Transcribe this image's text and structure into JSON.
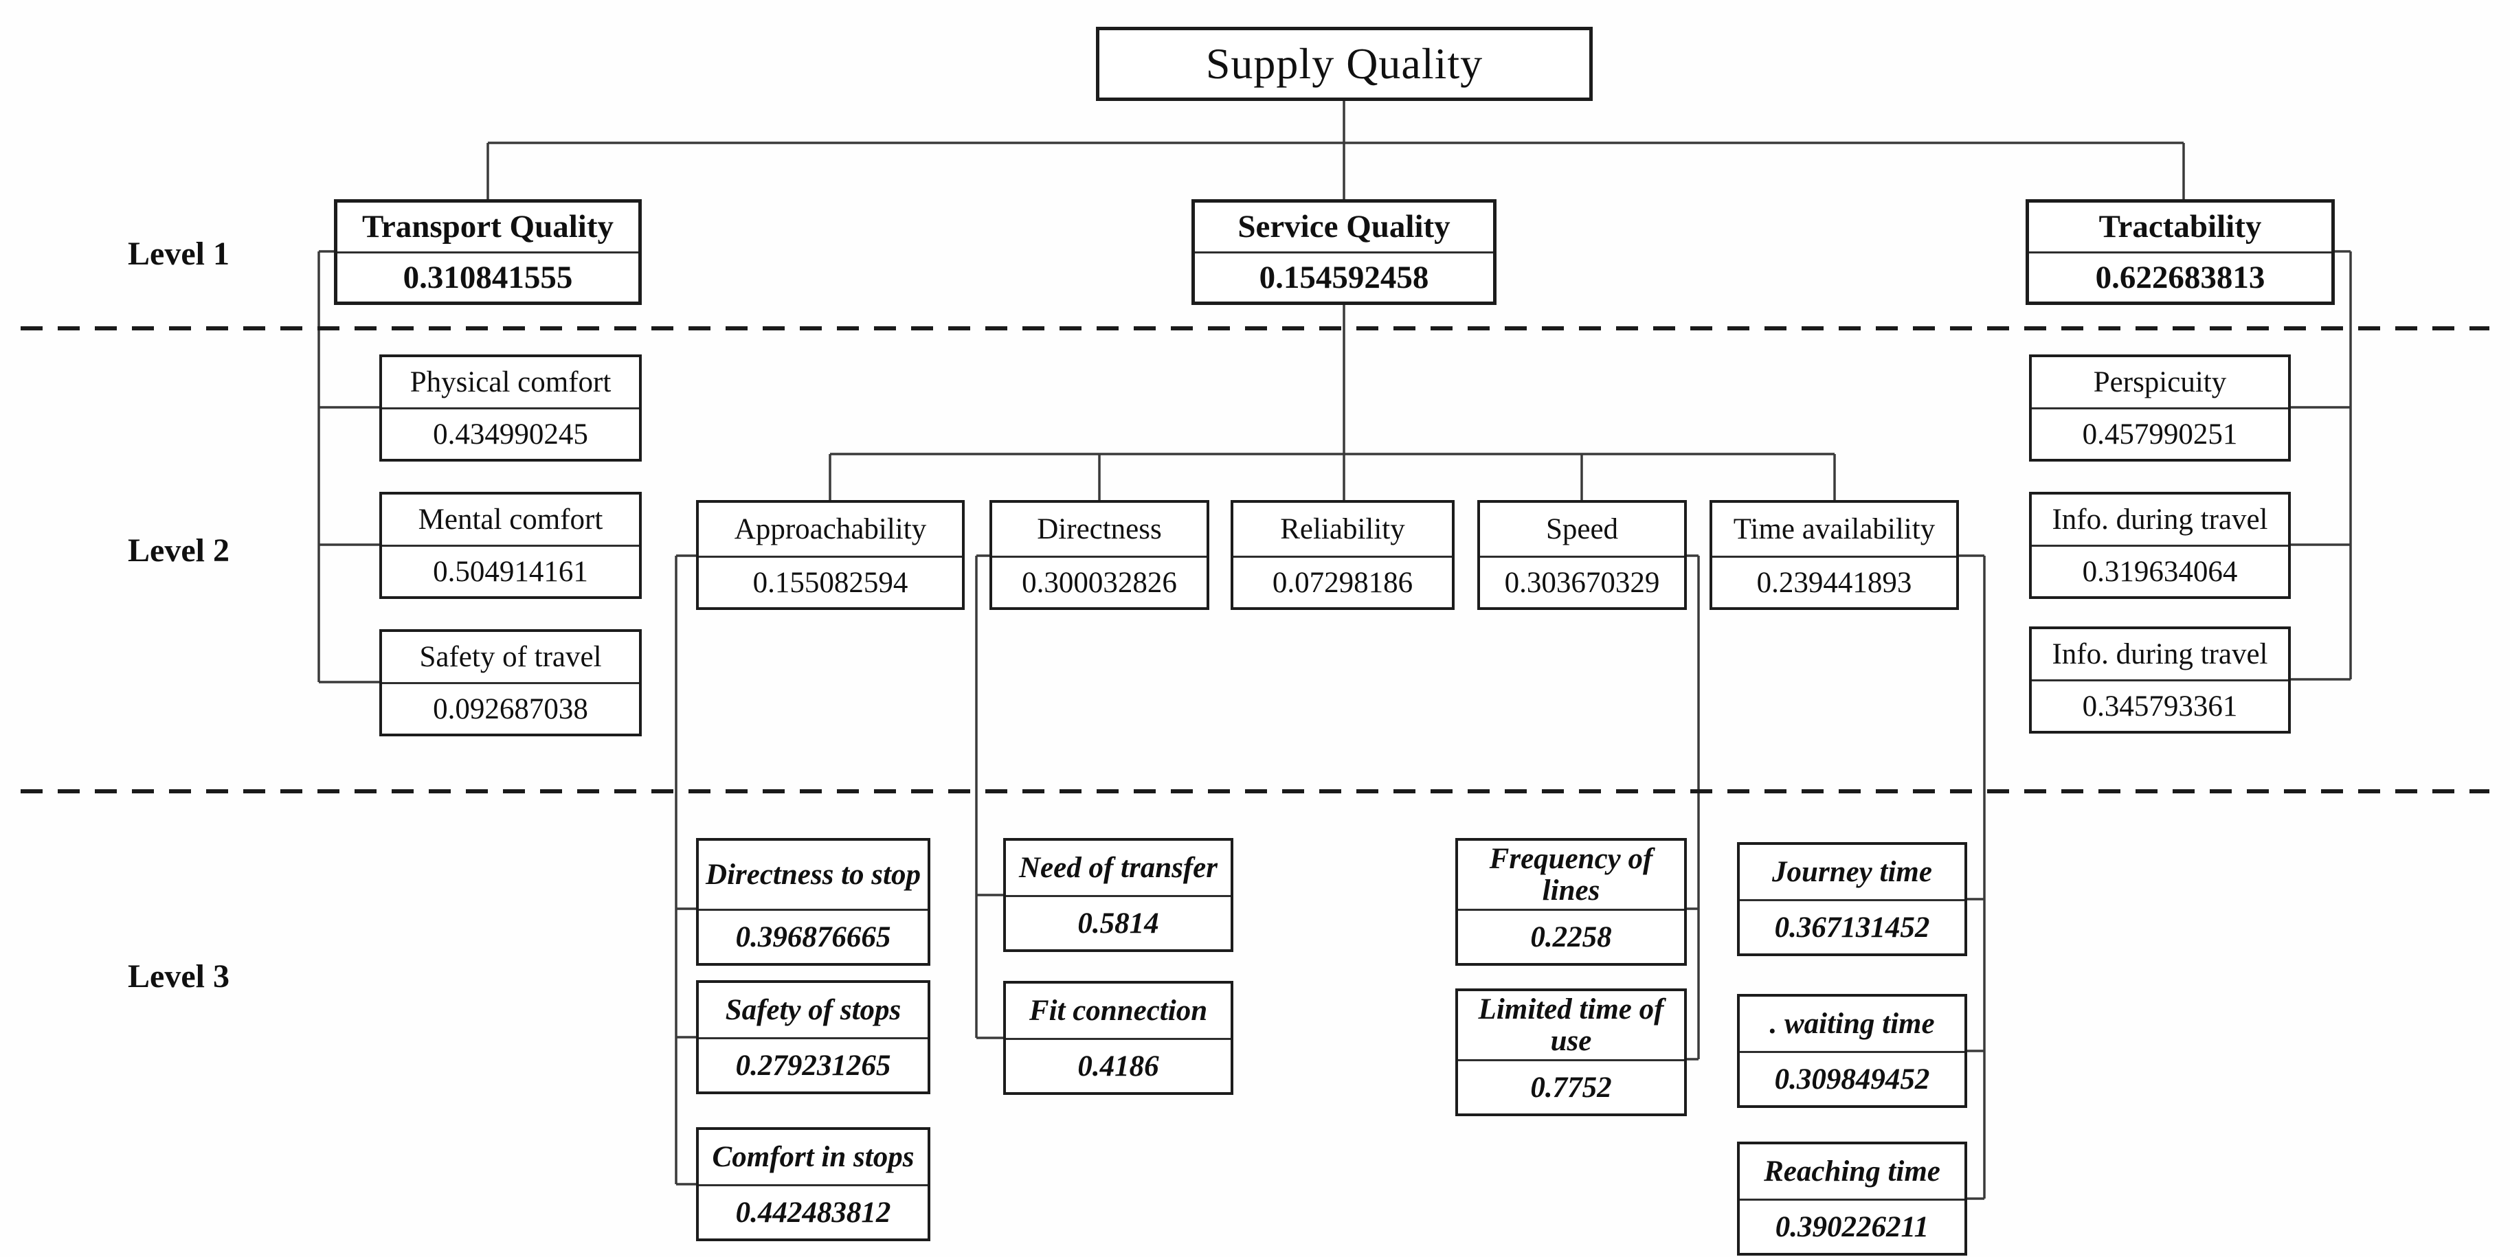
{
  "title": "Supply Quality",
  "level_labels": {
    "l1": "Level 1",
    "l2": "Level 2",
    "l3": "Level 3"
  },
  "nodes": {
    "transport": {
      "label": "Transport Quality",
      "value": "0.310841555"
    },
    "service": {
      "label": "Service Quality",
      "value": "0.154592458"
    },
    "tractability": {
      "label": "Tractability",
      "value": "0.622683813"
    },
    "physical": {
      "label": "Physical comfort",
      "value": "0.434990245"
    },
    "mental": {
      "label": "Mental comfort",
      "value": "0.504914161"
    },
    "safety_travel": {
      "label": "Safety of travel",
      "value": "0.092687038"
    },
    "approachability": {
      "label": "Approachability",
      "value": "0.155082594"
    },
    "directness": {
      "label": "Directness",
      "value": "0.300032826"
    },
    "reliability": {
      "label": "Reliability",
      "value": "0.07298186"
    },
    "speed": {
      "label": "Speed",
      "value": "0.303670329"
    },
    "time_availability": {
      "label": "Time availability",
      "value": "0.239441893"
    },
    "perspicuity": {
      "label": "Perspicuity",
      "value": "0.457990251"
    },
    "info_travel_1": {
      "label": "Info. during travel",
      "value": "0.319634064"
    },
    "info_travel_2": {
      "label": "Info. during travel",
      "value": "0.345793361"
    },
    "directness_stop": {
      "label": "Directness to stop",
      "value": "0.396876665"
    },
    "safety_stops": {
      "label": "Safety of stops",
      "value": "0.279231265"
    },
    "comfort_stops": {
      "label": "Comfort in stops",
      "value": "0.442483812"
    },
    "need_transfer": {
      "label": "Need of transfer",
      "value": "0.5814"
    },
    "fit_connection": {
      "label": "Fit connection",
      "value": "0.4186"
    },
    "frequency_lines": {
      "label": "Frequency of lines",
      "value": "0.2258"
    },
    "limited_time": {
      "label": "Limited time of use",
      "value": "0.7752"
    },
    "journey_time": {
      "label": "Journey time",
      "value": "0.367131452"
    },
    "waiting_time": {
      "label": ". waiting time",
      "value": "0.309849452"
    },
    "reaching_time": {
      "label": "Reaching time",
      "value": "0.390226211"
    }
  },
  "hierarchy": {
    "Supply Quality": [
      "Transport Quality",
      "Service Quality",
      "Tractability"
    ],
    "Transport Quality": [
      "Physical comfort",
      "Mental comfort",
      "Safety of travel"
    ],
    "Service Quality": [
      "Approachability",
      "Directness",
      "Reliability",
      "Speed",
      "Time availability"
    ],
    "Tractability": [
      "Perspicuity",
      "Info. during travel",
      "Info. during travel"
    ],
    "Approachability": [
      "Directness to stop",
      "Safety of stops",
      "Comfort in stops"
    ],
    "Directness": [
      "Need of transfer",
      "Fit connection"
    ],
    "Speed": [
      "Frequency of lines",
      "Limited time of use"
    ],
    "Time availability": [
      "Journey time",
      ". waiting time",
      "Reaching time"
    ]
  },
  "colors": {
    "line": "#3a3a3a",
    "border": "#1c1c1c",
    "text": "#101010",
    "background": "#fefefe"
  }
}
